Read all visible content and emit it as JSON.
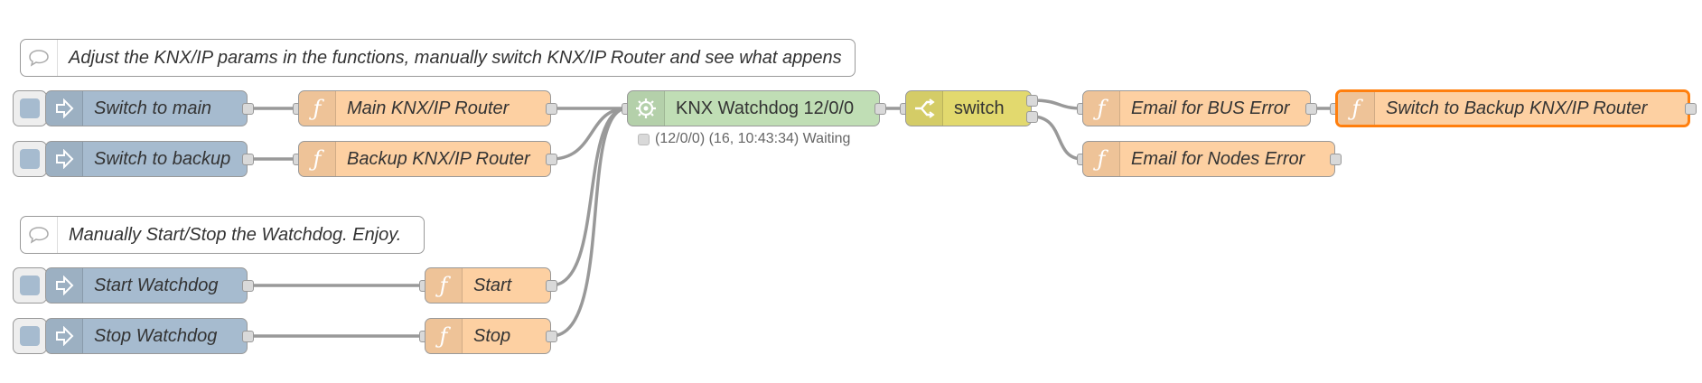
{
  "comments": [
    {
      "label": "Adjust the KNX/IP params in the functions, manually switch KNX/IP Router and see what appens",
      "icon": "comment-icon"
    },
    {
      "label": "Manually Start/Stop the Watchdog. Enjoy.",
      "icon": "comment-icon"
    }
  ],
  "inject_nodes": [
    {
      "label": "Switch to main",
      "icon": "inject-arrow-icon"
    },
    {
      "label": "Switch to backup",
      "icon": "inject-arrow-icon"
    },
    {
      "label": "Start Watchdog",
      "icon": "inject-arrow-icon"
    },
    {
      "label": "Stop Watchdog",
      "icon": "inject-arrow-icon"
    }
  ],
  "function_nodes": [
    {
      "label": "Main KNX/IP Router",
      "icon": "function-icon"
    },
    {
      "label": "Backup KNX/IP Router",
      "icon": "function-icon"
    },
    {
      "label": "Start",
      "icon": "function-icon"
    },
    {
      "label": "Stop",
      "icon": "function-icon"
    },
    {
      "label": "Email for BUS Error",
      "icon": "function-icon"
    },
    {
      "label": "Email for Nodes Error",
      "icon": "function-icon"
    },
    {
      "label": "Switch to Backup KNX/IP Router",
      "icon": "function-icon"
    }
  ],
  "watchdog": {
    "label": "KNX Watchdog 12/0/0",
    "status": "(12/0/0) (16, 10:43:34) Waiting",
    "icon": "watchdog-icon"
  },
  "switch_node": {
    "label": "switch",
    "icon": "switch-icon"
  },
  "colors": {
    "inject": "#a6bbcf",
    "function": "#fdd0a2",
    "watchdog": "#c0deb5",
    "switch": "#e2d96e",
    "wire": "#999999",
    "selected_border": "#ff7f0e"
  }
}
